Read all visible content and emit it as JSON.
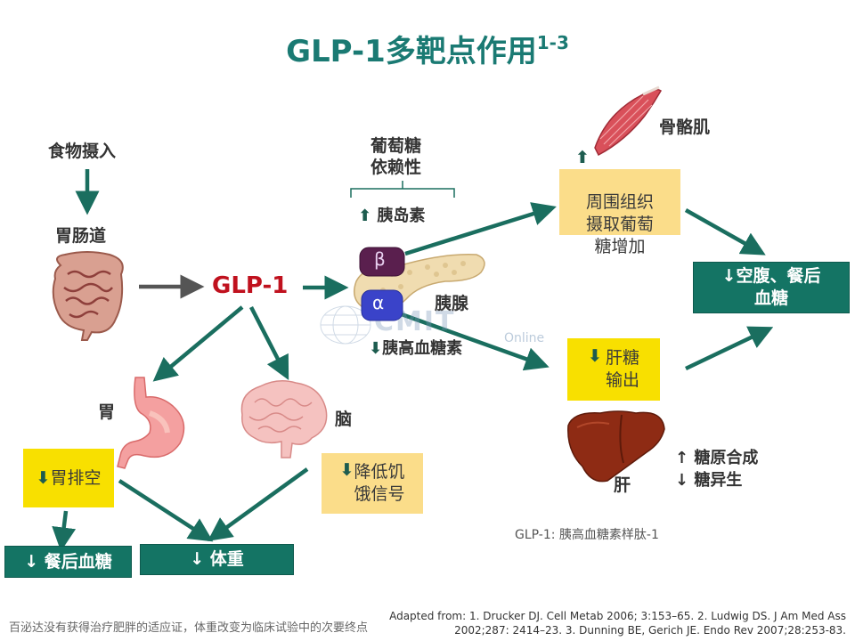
{
  "title": {
    "main": "GLP-1多靶点作用",
    "sup": "1-3"
  },
  "labels": {
    "food": "食物摄入",
    "gut": "胃肠道",
    "glp1": "GLP-1",
    "glucose_dep": "葡萄糖\n依赖性",
    "insulin": "胰岛素",
    "pancreas": "胰腺",
    "glucagon": "胰高血糖素",
    "beta": "β",
    "alpha": "α",
    "stomach": "胃",
    "brain": "脑",
    "muscle": "骨骼肌",
    "liver": "肝",
    "glycogen": "糖原合成",
    "gluconeo": "糖异生"
  },
  "boxes": {
    "peripheral": "周围组织\n摄取葡萄\n糖增加",
    "fasting": "↓空腹、餐后\n血糖",
    "hepatic": "肝糖\n输出",
    "gastric": "胃排空",
    "appetite": "降低饥\n饿信号",
    "postprandial": "↓  餐后血糖",
    "weight": "↓  体重"
  },
  "glp_note": "GLP-1: 胰高血糖素样肽-1",
  "reference": "Adapted from: 1. Drucker DJ. Cell Metab 2006; 3:153–65. 2. Ludwig DS. J Am Med Ass\n2002;287: 2414–23. 3. Dunning BE, Gerich JE. Endo Rev 2007;28:253-83.",
  "disclaimer": "百泌达没有获得治疗肥胖的适应证，体重改变为临床试验中的次要终点",
  "watermark": {
    "main": "CMIT",
    "sub": "Online"
  },
  "colors": {
    "arrow_green": "#1a6e5f",
    "arrow_gray": "#555555",
    "title": "#1a7a73",
    "glp1": "#c0111e"
  }
}
